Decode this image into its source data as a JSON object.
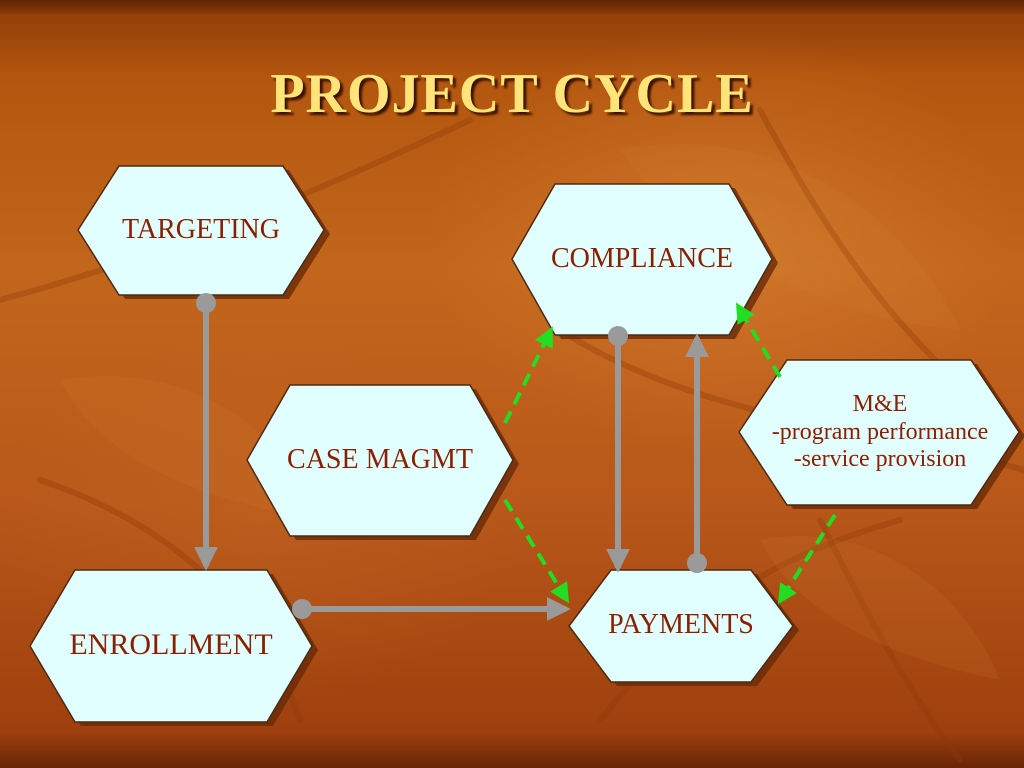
{
  "title": "PROJECT CYCLE",
  "colors": {
    "hex_fill": "#e2ffff",
    "label_text": "#8a1f00",
    "title_text": "#ffe47a",
    "solid_arrow": "#9a9a9a",
    "dashed_arrow": "#22dd22"
  },
  "nodes": {
    "targeting": {
      "label": "TARGETING"
    },
    "compliance": {
      "label": "COMPLIANCE"
    },
    "case_magmt": {
      "label": "CASE MAGMT"
    },
    "me": {
      "lines": [
        "M&E",
        "-program performance",
        "-service provision"
      ]
    },
    "enrollment": {
      "label": "ENROLLMENT"
    },
    "payments": {
      "label": "PAYMENTS"
    }
  }
}
